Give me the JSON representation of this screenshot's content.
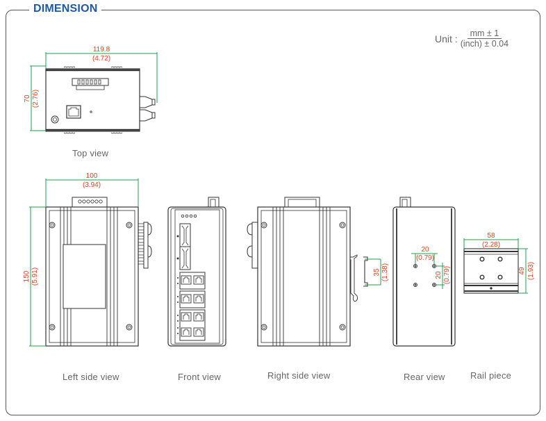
{
  "title": "DIMENSION",
  "unit": {
    "label": "Unit :",
    "numerator": "mm ± 1",
    "denominator": "(inch) ± 0.04"
  },
  "colors": {
    "title": "#1c5aa6",
    "dimension_text": "#e0421b",
    "dimension_line": "#1aa34a",
    "drawing": "#333333"
  },
  "views": {
    "top": {
      "caption": "Top view",
      "width_mm": "119.8",
      "width_in": "(4.72)",
      "height_mm": "70",
      "height_in": "(2.76)"
    },
    "left_side": {
      "caption": "Left side view",
      "width_mm": "100",
      "width_in": "(3.94)",
      "height_mm": "150",
      "height_in": "(5.91)"
    },
    "front": {
      "caption": "Front view"
    },
    "right_side": {
      "caption": "Right side view",
      "rail_mm": "35",
      "rail_in": "(1.38)"
    },
    "rear": {
      "caption": "Rear view",
      "hole_h_mm": "20",
      "hole_h_in": "(0.79)",
      "hole_v_mm": "20",
      "hole_v_in": "(0.79)"
    },
    "rail_piece": {
      "caption": "Rail piece",
      "width_mm": "58",
      "width_in": "(2.28)",
      "height_mm": "49",
      "height_in": "(1.93)"
    }
  }
}
